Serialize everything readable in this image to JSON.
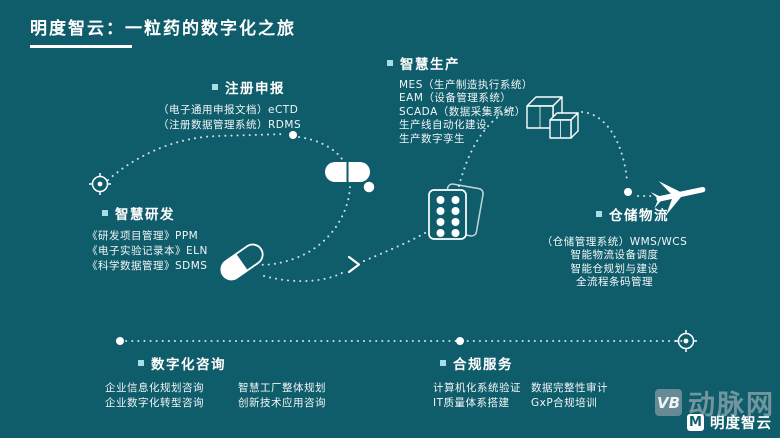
{
  "title": {
    "text": "明度智云：一粒药的数字化之旅"
  },
  "sections": {
    "rd": {
      "title": "智慧研发",
      "items": [
        "《研发项目管理》PPM",
        "《电子实验记录本》ELN",
        "《科学数据管理》SDMS"
      ]
    },
    "reg": {
      "title": "注册申报",
      "items": [
        "（电子通用申报文档）eCTD",
        "（注册数据管理系统）RDMS"
      ]
    },
    "mfg": {
      "title": "智慧生产",
      "items": [
        "MES（生产制造执行系统）",
        "EAM（设备管理系统）",
        "SCADA（数据采集系统）",
        "生产线自动化建设",
        "生产数字孪生"
      ]
    },
    "wh": {
      "title": "仓储物流",
      "items": [
        "（仓储管理系统）WMS/WCS",
        "智能物流设备调度",
        "智能仓规划与建设",
        "全流程条码管理"
      ]
    },
    "consult": {
      "title": "数字化咨询",
      "col1": [
        "企业信息化规划咨询",
        "企业数字化转型咨询"
      ],
      "col2": [
        "智慧工厂整体规划",
        "创新技术应用咨询"
      ]
    },
    "compliance": {
      "title": "合规服务",
      "col1": [
        "计算机化系统验证",
        "IT质量体系搭建"
      ],
      "col2": [
        "数据完整性审计",
        "GxP合规培训"
      ]
    }
  },
  "watermark": {
    "vb": "VB",
    "name": "动脉网"
  },
  "brand": {
    "mark": "M",
    "text": "明度智云"
  },
  "icons": {
    "start_marker": "target-circle",
    "rnd_stage": "capsule",
    "registration_stage": "tablet",
    "production_stage": "blister-pack",
    "logistics_stage": "shipping-boxes",
    "distribution_stage": "airplane",
    "end_marker": "target-circle"
  },
  "colors": {
    "background": "#0f5c6b",
    "text": "#ffffff",
    "bullet": "#a7dde5"
  }
}
